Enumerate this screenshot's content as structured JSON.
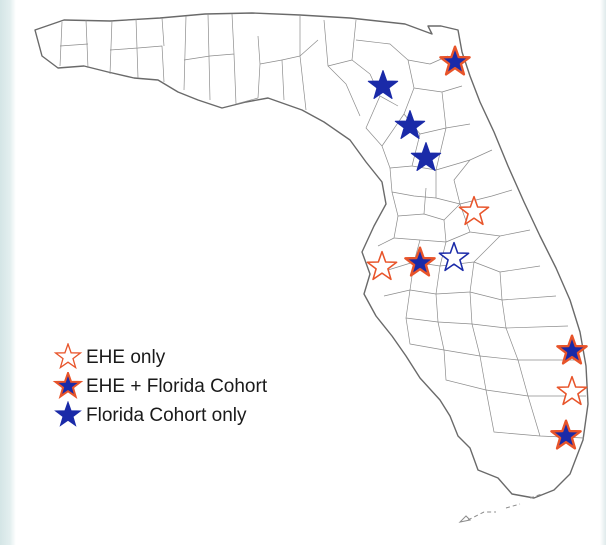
{
  "legend": {
    "items": [
      {
        "key": "ehe_only",
        "label": "EHE only"
      },
      {
        "key": "ehe_cohort",
        "label": "EHE + Florida Cohort"
      },
      {
        "key": "cohort_only",
        "label": "Florida Cohort only"
      }
    ]
  },
  "colors": {
    "ehe_orange": "#e8542a",
    "cohort_blue": "#1a2aa8",
    "county_line": "#8c8c8c",
    "state_line": "#6a6a6a"
  },
  "sites": [
    {
      "category": "ehe_cohort"
    },
    {
      "category": "cohort_only"
    },
    {
      "category": "cohort_only"
    },
    {
      "category": "cohort_only"
    },
    {
      "category": "ehe_only"
    },
    {
      "category": "ehe_only"
    },
    {
      "category": "ehe_cohort"
    },
    {
      "category": "cohort_outline"
    },
    {
      "category": "ehe_cohort"
    },
    {
      "category": "ehe_only"
    },
    {
      "category": "ehe_cohort"
    }
  ]
}
